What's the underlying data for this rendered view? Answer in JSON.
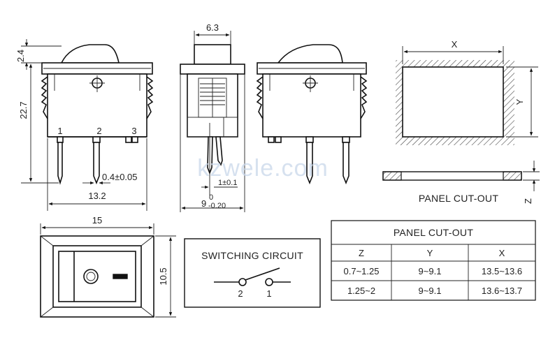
{
  "watermark": "kzwele.com",
  "front_view": {
    "dim_top": "2.4",
    "dim_height": "22.7",
    "pin_labels": [
      "1",
      "2",
      "3"
    ],
    "pin_thickness": "0.4±0.05",
    "dim_width": "13.2"
  },
  "side_view": {
    "dim_top_width": "6.3",
    "dim_pin_width": "1±0.1",
    "dim_bottom_main": "9",
    "dim_bottom_sup": "0",
    "dim_bottom_sub": "-0.20"
  },
  "panel_sketch": {
    "label_x": "X",
    "label_y": "Y",
    "label_z": "Z",
    "caption": "PANEL CUT-OUT"
  },
  "top_view": {
    "dim_width": "15",
    "dim_height": "10.5"
  },
  "switching_circuit": {
    "title": "SWITCHING CIRCUIT",
    "terminals": [
      "2",
      "1"
    ]
  },
  "cutout_table": {
    "title": "PANEL CUT-OUT",
    "headers": [
      "Z",
      "Y",
      "X"
    ],
    "rows": [
      [
        "0.7~1.25",
        "9~9.1",
        "13.5~13.6"
      ],
      [
        "1.25~2",
        "9~9.1",
        "13.6~13.7"
      ]
    ]
  }
}
